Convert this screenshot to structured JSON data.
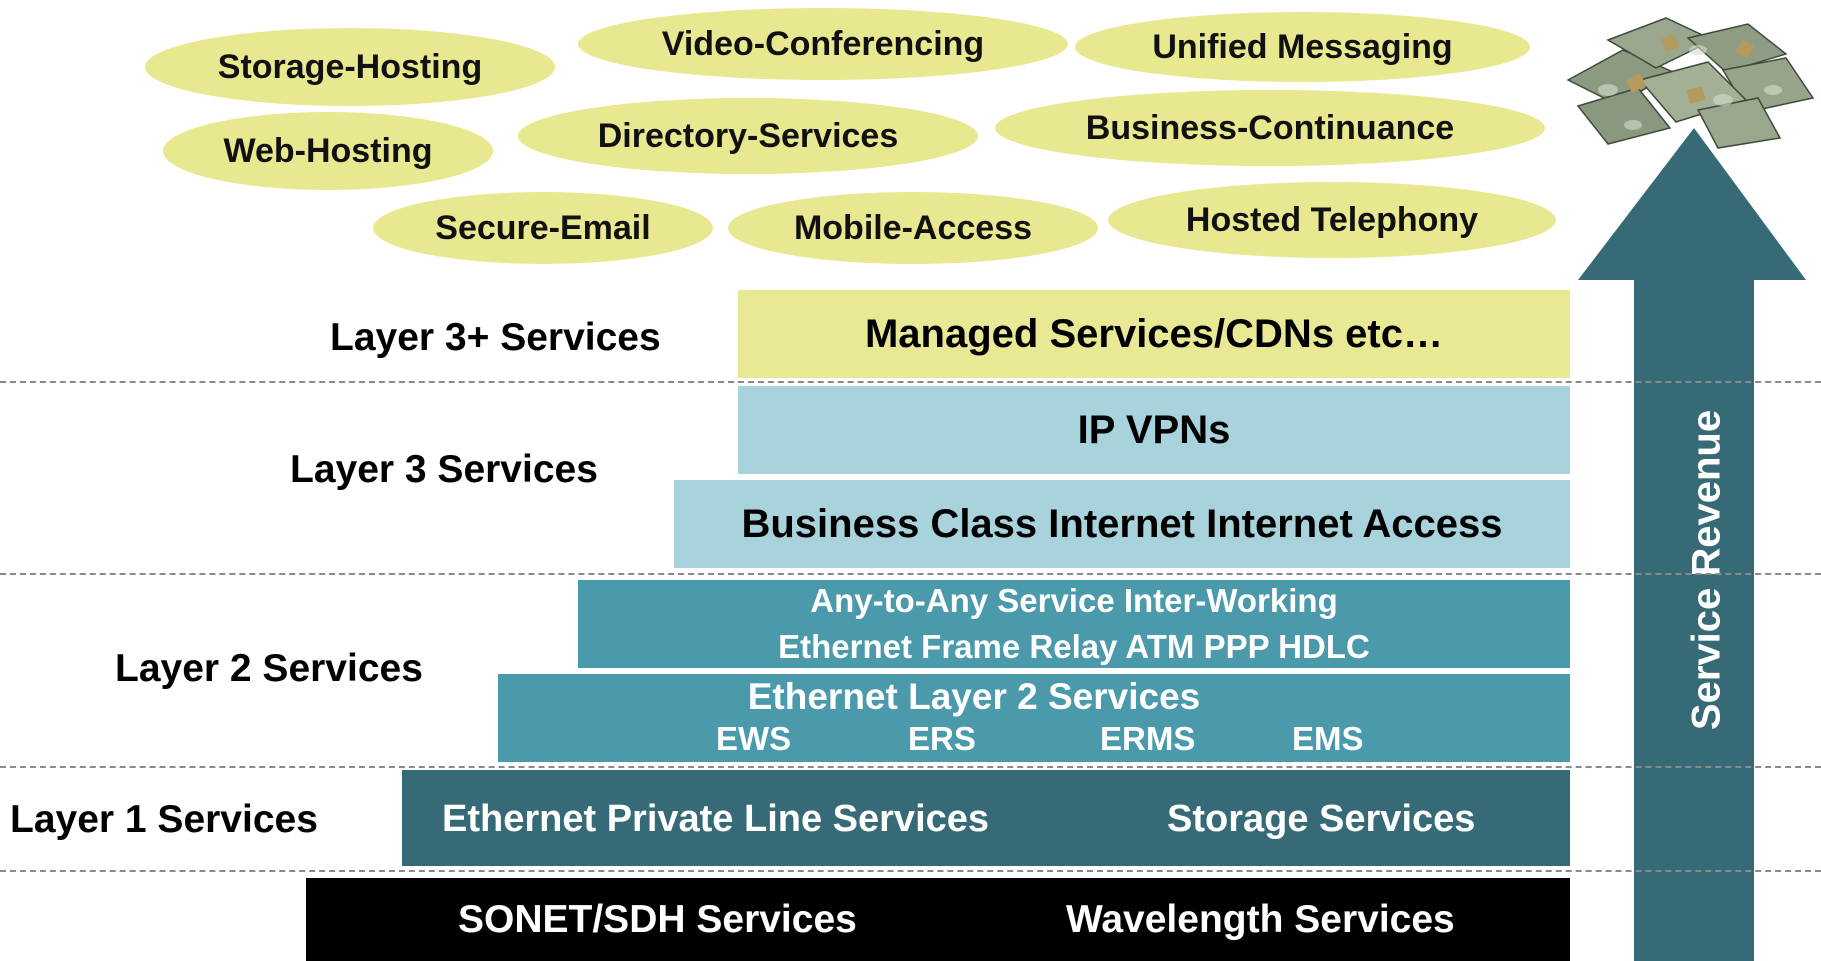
{
  "services_ovals": [
    "Storage-Hosting",
    "Video-Conferencing",
    "Unified Messaging",
    "Web-Hosting",
    "Directory-Services",
    "Business-Continuance",
    "Secure-Email",
    "Mobile-Access",
    "Hosted Telephony"
  ],
  "layers": {
    "layer3plus": "Layer 3+ Services",
    "layer3": "Layer 3 Services",
    "layer2": "Layer 2 Services",
    "layer1": "Layer 1 Services"
  },
  "boxes": {
    "managed": "Managed Services/CDNs etc…",
    "ipvpns": "IP VPNs",
    "business_internet": "Business Class Internet Internet Access",
    "any_to_any_line1": "Any-to-Any Service Inter-Working",
    "any_to_any_line2": "Ethernet Frame Relay ATM PPP HDLC",
    "ethernet_l2_title": "Ethernet Layer 2 Services",
    "ethernet_l2_types": [
      "EWS",
      "ERS",
      "ERMS",
      "EMS"
    ],
    "ethernet_private_line": "Ethernet Private Line Services",
    "storage_services": "Storage Services",
    "sonet_sdh": "SONET/SDH Services",
    "wavelength": "Wavelength Services"
  },
  "arrow_label": "Service Revenue",
  "colors": {
    "oval": "#e8e890",
    "yellow_box": "#e9e995",
    "light_blue_box": "#a9d3dc",
    "teal_box": "#4a9aab",
    "dark_teal_box": "#366a76",
    "black_box": "#000000",
    "arrow": "#366a76"
  },
  "icons": [
    "money-stack-icon"
  ]
}
